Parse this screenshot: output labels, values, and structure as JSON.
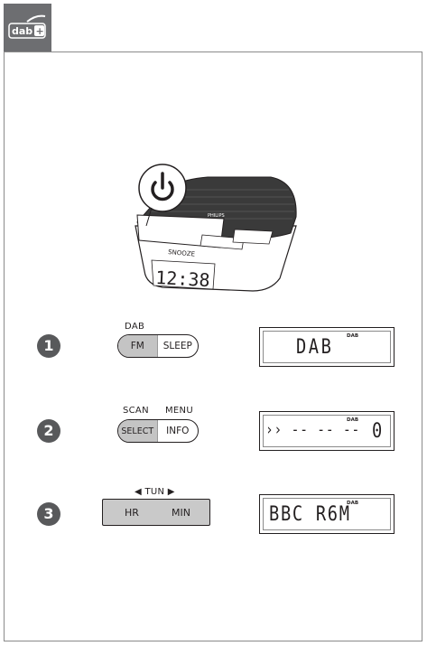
{
  "logo": {
    "text": "dab",
    "plus": "+"
  },
  "device": {
    "brand": "PHILIPS",
    "snooze": "SNOOZE",
    "time": "12:38"
  },
  "steps": [
    {
      "number": "1",
      "top_label": "DAB",
      "button_left": "FM",
      "button_right": "SLEEP",
      "display_text": "DAB",
      "display_tag": "DAB"
    },
    {
      "number": "2",
      "top_label_left": "SCAN",
      "top_label_right": "MENU",
      "button_left": "SELECT",
      "button_right": "INFO",
      "display_text": "›› -- -- --",
      "display_value": "0",
      "display_tag": "DAB"
    },
    {
      "number": "3",
      "top_label": "◀  TUN  ▶",
      "button_left": "HR",
      "button_right": "MIN",
      "display_text": "BBC R6M",
      "display_tag": "DAB"
    }
  ],
  "colors": {
    "logo_bg": "#6d6e71",
    "button_active": "#c4c4c4",
    "step_badge": "#58595b"
  }
}
